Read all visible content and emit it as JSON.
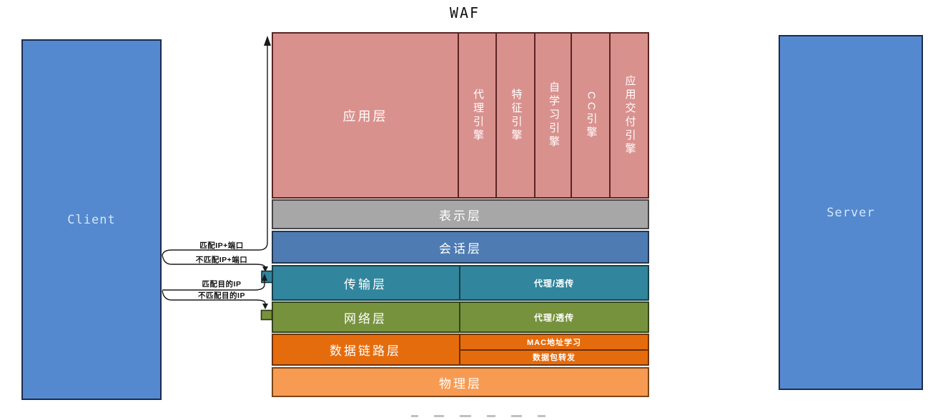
{
  "title": "WAF",
  "client": {
    "label": "Client"
  },
  "server": {
    "label": "Server"
  },
  "waf": {
    "layers": [
      {
        "id": "application",
        "label": "应用层",
        "engines": [
          "代理引擎",
          "特征引擎",
          "自学习引擎",
          "CC引擎",
          "应用交付引擎"
        ],
        "color": "#d9918e"
      },
      {
        "id": "presentation",
        "label": "表示层",
        "color": "#a7a7a7"
      },
      {
        "id": "session",
        "label": "会话层",
        "color": "#4e7bb2"
      },
      {
        "id": "transport",
        "label": "传输层",
        "sub": "代理/透传",
        "color": "#31859c"
      },
      {
        "id": "network",
        "label": "网络层",
        "sub": "代理/透传",
        "color": "#77923c"
      },
      {
        "id": "datalink",
        "label": "数据链路层",
        "subs": [
          "MAC地址学习",
          "数据包转发"
        ],
        "color": "#e56c0c"
      },
      {
        "id": "physical",
        "label": "物理层",
        "color": "#f79b52"
      }
    ]
  },
  "connectors": {
    "match_ip_port": "匹配IP+端口",
    "no_match_ip_port": "不匹配IP+端口",
    "match_dst_ip": "匹配目的IP",
    "no_match_dst_ip": "不匹配目的IP"
  },
  "colors": {
    "endpoint_fill": "#5489cf",
    "application": "#d9918e",
    "presentation": "#a7a7a7",
    "session": "#4e7bb2",
    "transport": "#31859c",
    "network": "#77923c",
    "datalink": "#e56c0c",
    "physical": "#f79b52",
    "line": "#1a1a1a"
  }
}
